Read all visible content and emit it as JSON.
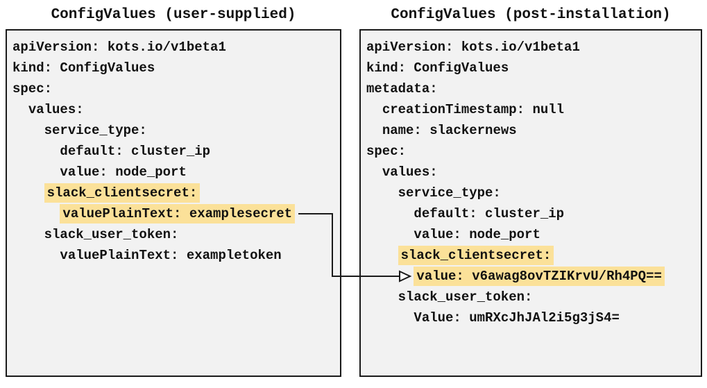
{
  "panels": [
    {
      "id": "user-supplied",
      "title": "ConfigValues (user-supplied)",
      "lines": [
        {
          "text": "apiVersion: kots.io/v1beta1",
          "indent": 0,
          "highlight": false
        },
        {
          "text": "kind: ConfigValues",
          "indent": 0,
          "highlight": false
        },
        {
          "text": "spec:",
          "indent": 0,
          "highlight": false
        },
        {
          "text": "values:",
          "indent": 1,
          "highlight": false
        },
        {
          "text": "service_type:",
          "indent": 2,
          "highlight": false
        },
        {
          "text": "default: cluster_ip",
          "indent": 3,
          "highlight": false
        },
        {
          "text": "value: node_port",
          "indent": 3,
          "highlight": false
        },
        {
          "text": "slack_clientsecret:",
          "indent": 2,
          "highlight": true
        },
        {
          "text": "valuePlainText: examplesecret",
          "indent": 3,
          "highlight": true,
          "anchor": "arrow-source"
        },
        {
          "text": "slack_user_token:",
          "indent": 2,
          "highlight": false
        },
        {
          "text": "valuePlainText: exampletoken",
          "indent": 3,
          "highlight": false
        }
      ]
    },
    {
      "id": "post-installation",
      "title": "ConfigValues (post-installation)",
      "lines": [
        {
          "text": "apiVersion: kots.io/v1beta1",
          "indent": 0,
          "highlight": false
        },
        {
          "text": "kind: ConfigValues",
          "indent": 0,
          "highlight": false
        },
        {
          "text": "metadata:",
          "indent": 0,
          "highlight": false
        },
        {
          "text": "creationTimestamp: null",
          "indent": 1,
          "highlight": false
        },
        {
          "text": "name: slackernews",
          "indent": 1,
          "highlight": false
        },
        {
          "text": "spec:",
          "indent": 0,
          "highlight": false
        },
        {
          "text": "values:",
          "indent": 1,
          "highlight": false
        },
        {
          "text": "service_type:",
          "indent": 2,
          "highlight": false
        },
        {
          "text": "default: cluster_ip",
          "indent": 3,
          "highlight": false
        },
        {
          "text": "value: node_port",
          "indent": 3,
          "highlight": false
        },
        {
          "text": "slack_clientsecret:",
          "indent": 2,
          "highlight": true
        },
        {
          "text": "value: v6awag8ovTZIKrvU/Rh4PQ==",
          "indent": 3,
          "highlight": true,
          "anchor": "arrow-target"
        },
        {
          "text": "slack_user_token:",
          "indent": 2,
          "highlight": false
        },
        {
          "text": "Value: umRXcJhJAl2i5g3jS4=",
          "indent": 3,
          "highlight": false
        }
      ]
    }
  ],
  "connector": {
    "from": "arrow-source",
    "to": "arrow-target",
    "style": "elbow",
    "arrowhead": "open-triangle",
    "color": "#1a1a1a"
  },
  "colors": {
    "page_bg": "#ffffff",
    "panel_bg": "#f2f2f2",
    "border": "#1a1a1a",
    "highlight": "#fbe199",
    "text": "#111111"
  }
}
